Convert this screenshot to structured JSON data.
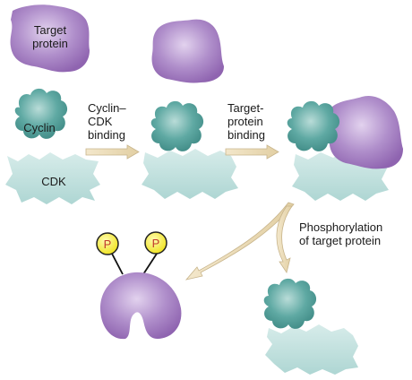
{
  "labels": {
    "target_protein": [
      "Target",
      "protein"
    ],
    "cyclin": "Cyclin",
    "cdk": "CDK",
    "step1": [
      "Cyclin–",
      "CDK",
      "binding"
    ],
    "step2": [
      "Target-",
      "protein",
      "binding"
    ],
    "step3": [
      "Phosphorylation",
      "of target protein"
    ],
    "phosphate": "P"
  },
  "colors": {
    "target_protein": "#a47cc0",
    "cyclin": "#4f9e98",
    "cdk": "#bfe0de",
    "phosphate_fill": "#f5ee2a",
    "phosphate_text": "#c0392b",
    "arrow": "#ead9b4"
  }
}
